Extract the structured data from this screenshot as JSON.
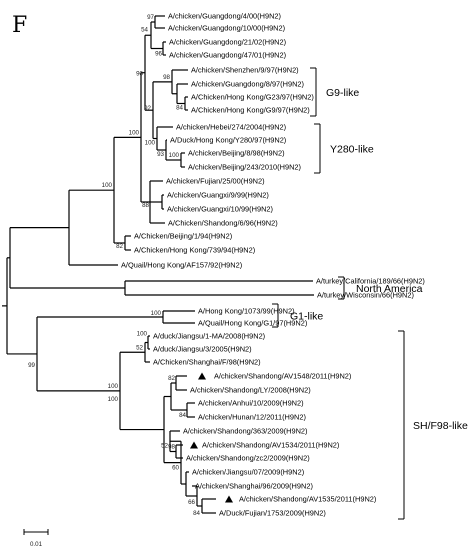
{
  "panel_label": "F",
  "scale_bar_label": "0.01",
  "taxa": [
    "A/chicken/Guangdong/4/00(H9N2)",
    "A/chicken/Guangdong/10/00(H9N2)",
    "A/chicken/Guangdong/21/02(H9N2)",
    "A/chicken/Guangdong/47/01(H9N2)",
    "A/chicken/Shenzhen/9/97(H9N2)",
    "A/chicken/Guangdong/8/97(H9N2)",
    "A/Chicken/Hong Kong/G23/97(H9N2)",
    "A/Chicken/Hong Kong/G9/97(H9N2)",
    "A/chicken/Hebei/274/2004(H9N2)",
    "A/Duck/Hong Kong/Y280/97(H9N2)",
    "A/chicken/Beijing/8/98(H9N2)",
    "A/chicken/Beijing/243/2010(H9N2)",
    "A/chicken/Fujian/25/00(H9N2)",
    "A/chicken/Guangxi/9/99(H9N2)",
    "A/chicken/Guangxi/10/99(H9N2)",
    "A/Chicken/Shandong/6/96(H9N2)",
    "A/Chicken/Beijing/1/94(H9N2)",
    "A/Chicken/Hong Kong/739/94(H9N2)",
    "A/Quail/Hong Kong/AF157/92(H9N2)",
    "A/turkey/California/189/66(H9N2)",
    "A/turkey/Wisconsin/66(H9N2)",
    "A/Hong Kong/1073/99(H9N2)",
    "A/Quail/Hong Kong/G1/97(H9N2)",
    "A/duck/Jiangsu/1-MA/2008(H9N2)",
    "A/duck/Jiangsu/3/2005(H9N2)",
    "A/Chicken/Shanghai/F/98(H9N2)",
    "A/chicken/Shandong/AV1548/2011(H9N2)",
    "A/chicken/Shandong/LY/2008(H9N2)",
    "A/chicken/Anhui/10/2009(H9N2)",
    "A/chicken/Hunan/12/2011(H9N2)",
    "A/chicken/Shandong/363/2009(H9N2)",
    "A/chicken/Shandong/AV1534/2011(H9N2)",
    "A/chicken/Shandong/zc2/2009(H9N2)",
    "A/chicken/Jiangsu/07/2009(H9N2)",
    "A/chicken/Shanghai/96/2009(H9N2)",
    "A/chicken/Shandong/AV1535/2011(H9N2)",
    "A/Duck/Fujian/1753/2009(H9N2)"
  ],
  "marked_taxa": [
    "A/chicken/Shandong/AV1548/2011(H9N2)",
    "A/chicken/Shandong/AV1534/2011(H9N2)",
    "A/chicken/Shandong/AV1535/2011(H9N2)"
  ],
  "marker_icon": "filled-triangle-icon",
  "bootstrap_values": [
    "97",
    "96",
    "54",
    "98",
    "84",
    "92",
    "100",
    "93",
    "100",
    "90",
    "100",
    "88",
    "82",
    "100",
    "100",
    "100",
    "99",
    "52",
    "100",
    "100",
    "82",
    "84",
    "52",
    "98",
    "60",
    "66",
    "84"
  ],
  "clades": [
    {
      "label": "G9-like"
    },
    {
      "label": "Y280-like"
    },
    {
      "label": "North America"
    },
    {
      "label": "G1-like"
    },
    {
      "label": "SH/F98-like"
    }
  ]
}
